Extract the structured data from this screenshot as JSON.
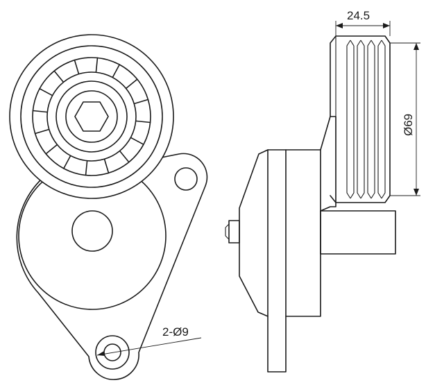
{
  "diagram": {
    "labels": {
      "width_dim": "24.5",
      "diameter_dim": "Ø69",
      "hole_dim": "2-Ø9"
    }
  }
}
